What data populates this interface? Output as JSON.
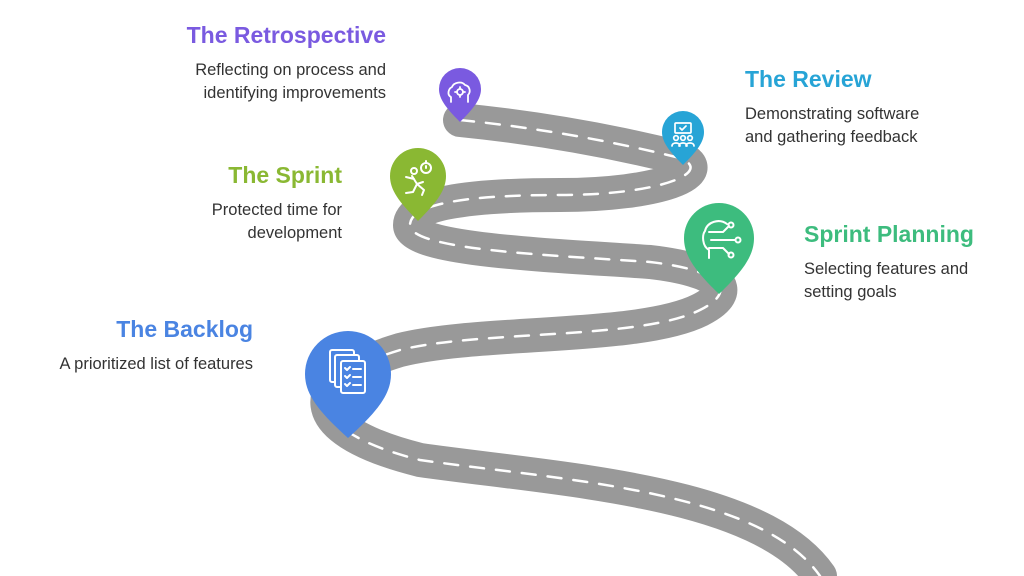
{
  "stages": [
    {
      "id": "retrospective",
      "title": "The Retrospective",
      "description": [
        "Reflecting on process and",
        "identifying improvements"
      ],
      "color": "#7a5ae0",
      "icon": "brain-gear-icon"
    },
    {
      "id": "review",
      "title": "The Review",
      "description": [
        "Demonstrating software",
        "and gathering feedback"
      ],
      "color": "#27a4d6",
      "icon": "presentation-audience-icon"
    },
    {
      "id": "sprint",
      "title": "The Sprint",
      "description": [
        "Protected time for",
        "development"
      ],
      "color": "#8ab833",
      "icon": "runner-stopwatch-icon"
    },
    {
      "id": "planning",
      "title": "Sprint Planning",
      "description": [
        "Selecting features and",
        "setting goals"
      ],
      "color": "#3dbc7e",
      "icon": "head-circuit-icon"
    },
    {
      "id": "backlog",
      "title": "The Backlog",
      "description": [
        "A prioritized list of features"
      ],
      "color": "#4a84e2",
      "icon": "checklist-documents-icon"
    }
  ],
  "road_color": "#999999",
  "lane_color": "#ffffff"
}
